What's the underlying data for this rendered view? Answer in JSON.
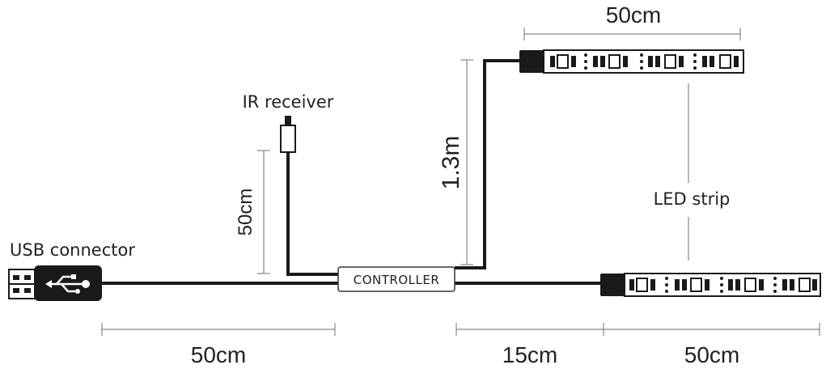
{
  "labels": {
    "usb_connector": "USB connector",
    "ir_receiver": "IR receiver",
    "controller": "CONTROLLER",
    "led_strip": "LED strip"
  },
  "dimensions": {
    "usb_to_controller": "50cm",
    "controller_to_lower_strip": "15cm",
    "lower_strip_length": "50cm",
    "upper_strip_length": "50cm",
    "ir_cable": "50cm",
    "upper_cable": "1.3m"
  },
  "colors": {
    "cable": "#1a1a1a",
    "dimension_line": "#888888",
    "text": "#222222"
  },
  "icons": {
    "usb": "usb-icon"
  }
}
